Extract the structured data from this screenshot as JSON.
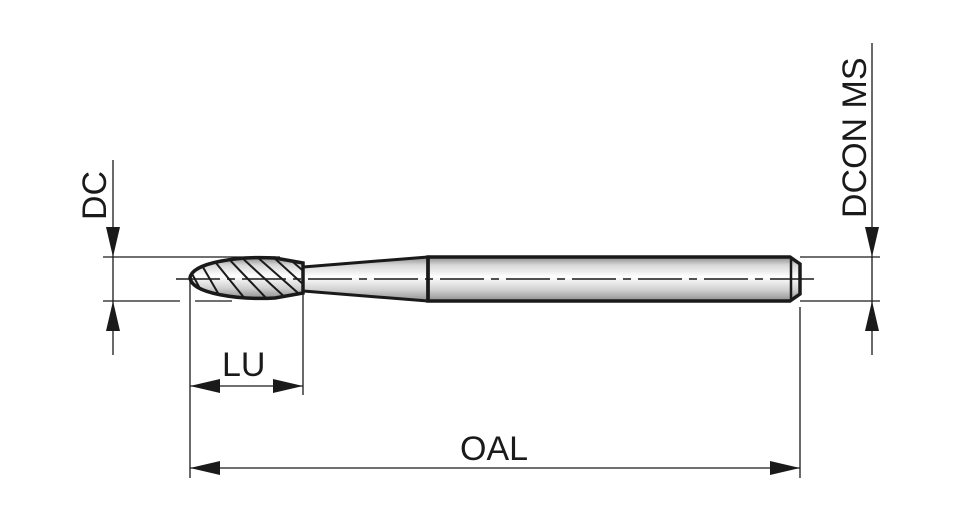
{
  "drawing": {
    "title": "Burr tool dimension drawing",
    "colors": {
      "line": "#1a1a1a",
      "body_light": "#f2f2f2",
      "body_dark": "#9a9a9a",
      "background": "#ffffff"
    },
    "dimensions": {
      "dc": {
        "label": "DC"
      },
      "dcon_ms": {
        "label": "DCON MS"
      },
      "lu": {
        "label": "LU"
      },
      "oal": {
        "label": "OAL"
      }
    }
  }
}
